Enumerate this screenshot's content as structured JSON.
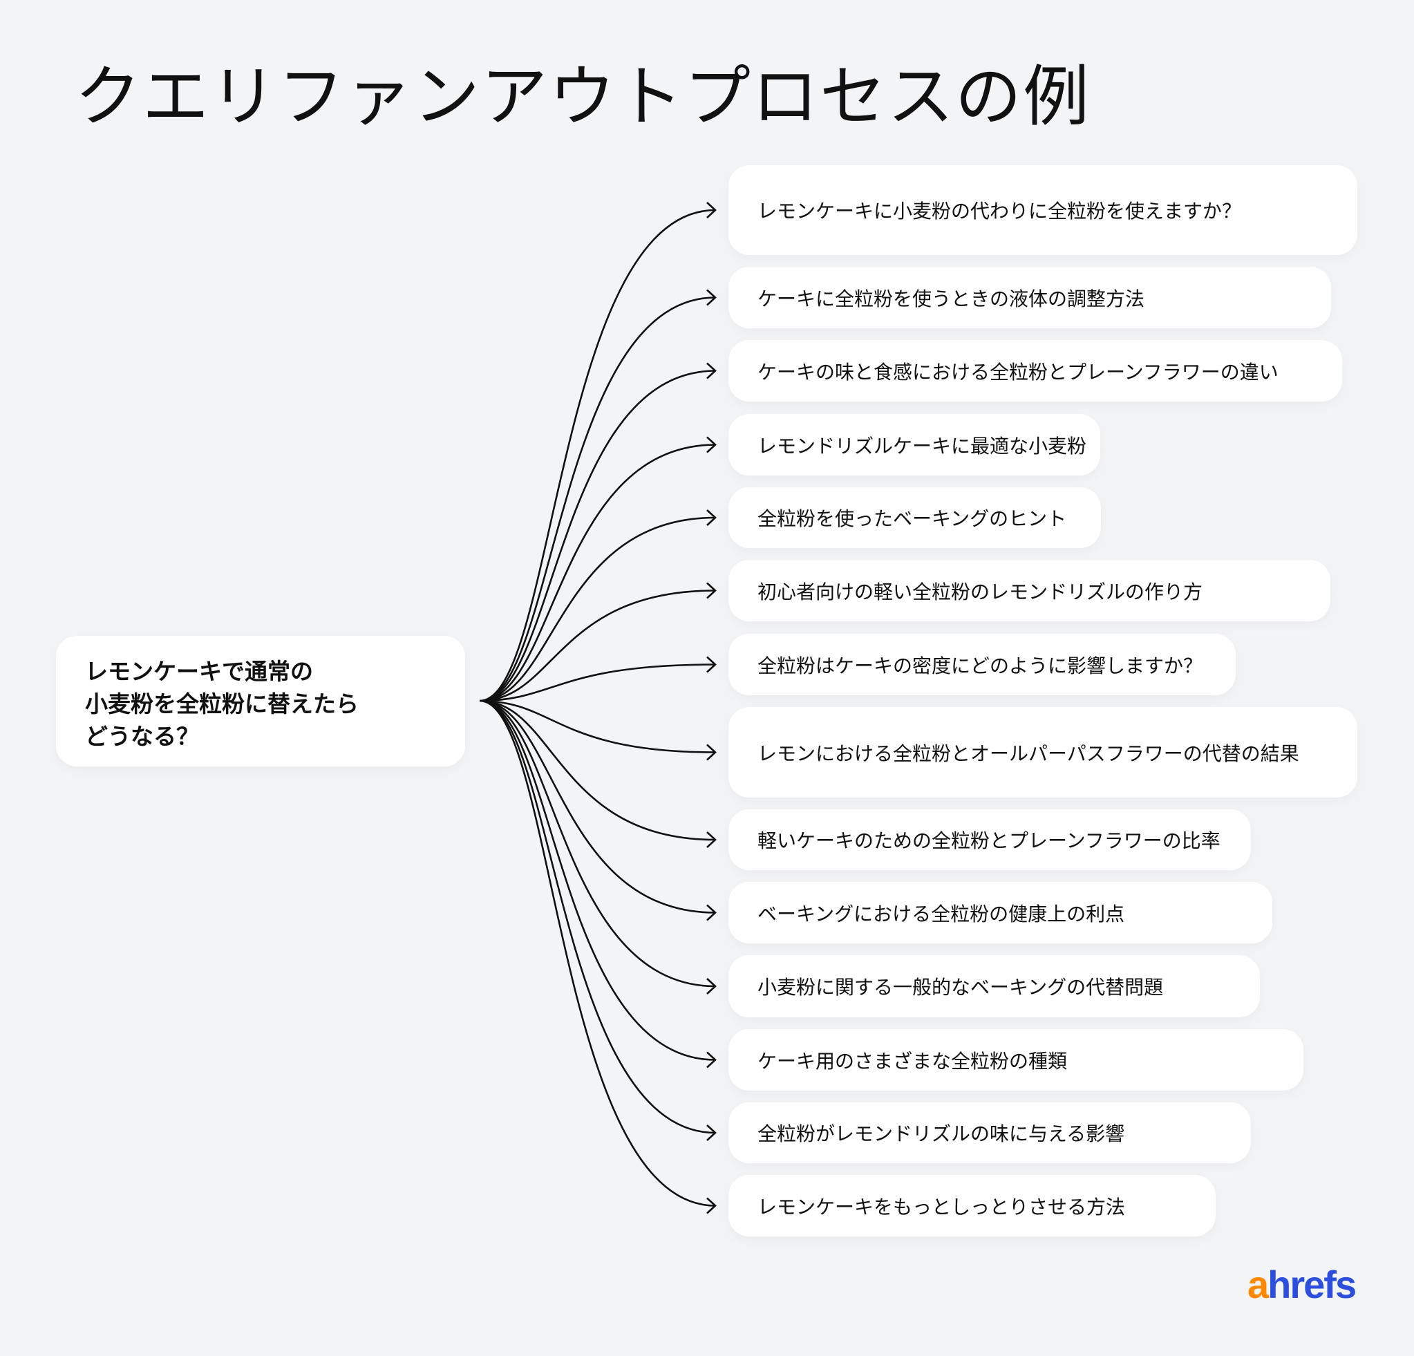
{
  "title": "クエリファンアウトプロセスの例",
  "root": {
    "text": "レモンケーキで通常の\n小麦粉を全粒粉に替えたら\nどうなる？"
  },
  "queries": [
    "レモンケーキに小麦粉の代わりに全粒粉を使えますか？",
    "ケーキに全粒粉を使うときの液体の調整方法",
    "ケーキの味と食感における全粒粉とプレーンフラワーの違い",
    "レモンドリズルケーキに最適な小麦粉",
    "全粒粉を使ったベーキングのヒント",
    "初心者向けの軽い全粒粉のレモンドリズルの作り方",
    "全粒粉はケーキの密度にどのように影響しますか？",
    "レモンにおける全粒粉とオールパーパスフラワーの代替の結果",
    "軽いケーキのための全粒粉とプレーンフラワーの比率",
    "ベーキングにおける全粒粉の健康上の利点",
    "小麦粉に関する一般的なベーキングの代替問題",
    "ケーキ用のさまざまな全粒粉の種類",
    "全粒粉がレモンドリズルの味に与える影響",
    "レモンケーキをもっとしっとりさせる方法"
  ],
  "logo": {
    "a": "a",
    "rest": "hrefs",
    "colors": {
      "a": "#ff8800",
      "rest": "#2b4fdc"
    }
  }
}
